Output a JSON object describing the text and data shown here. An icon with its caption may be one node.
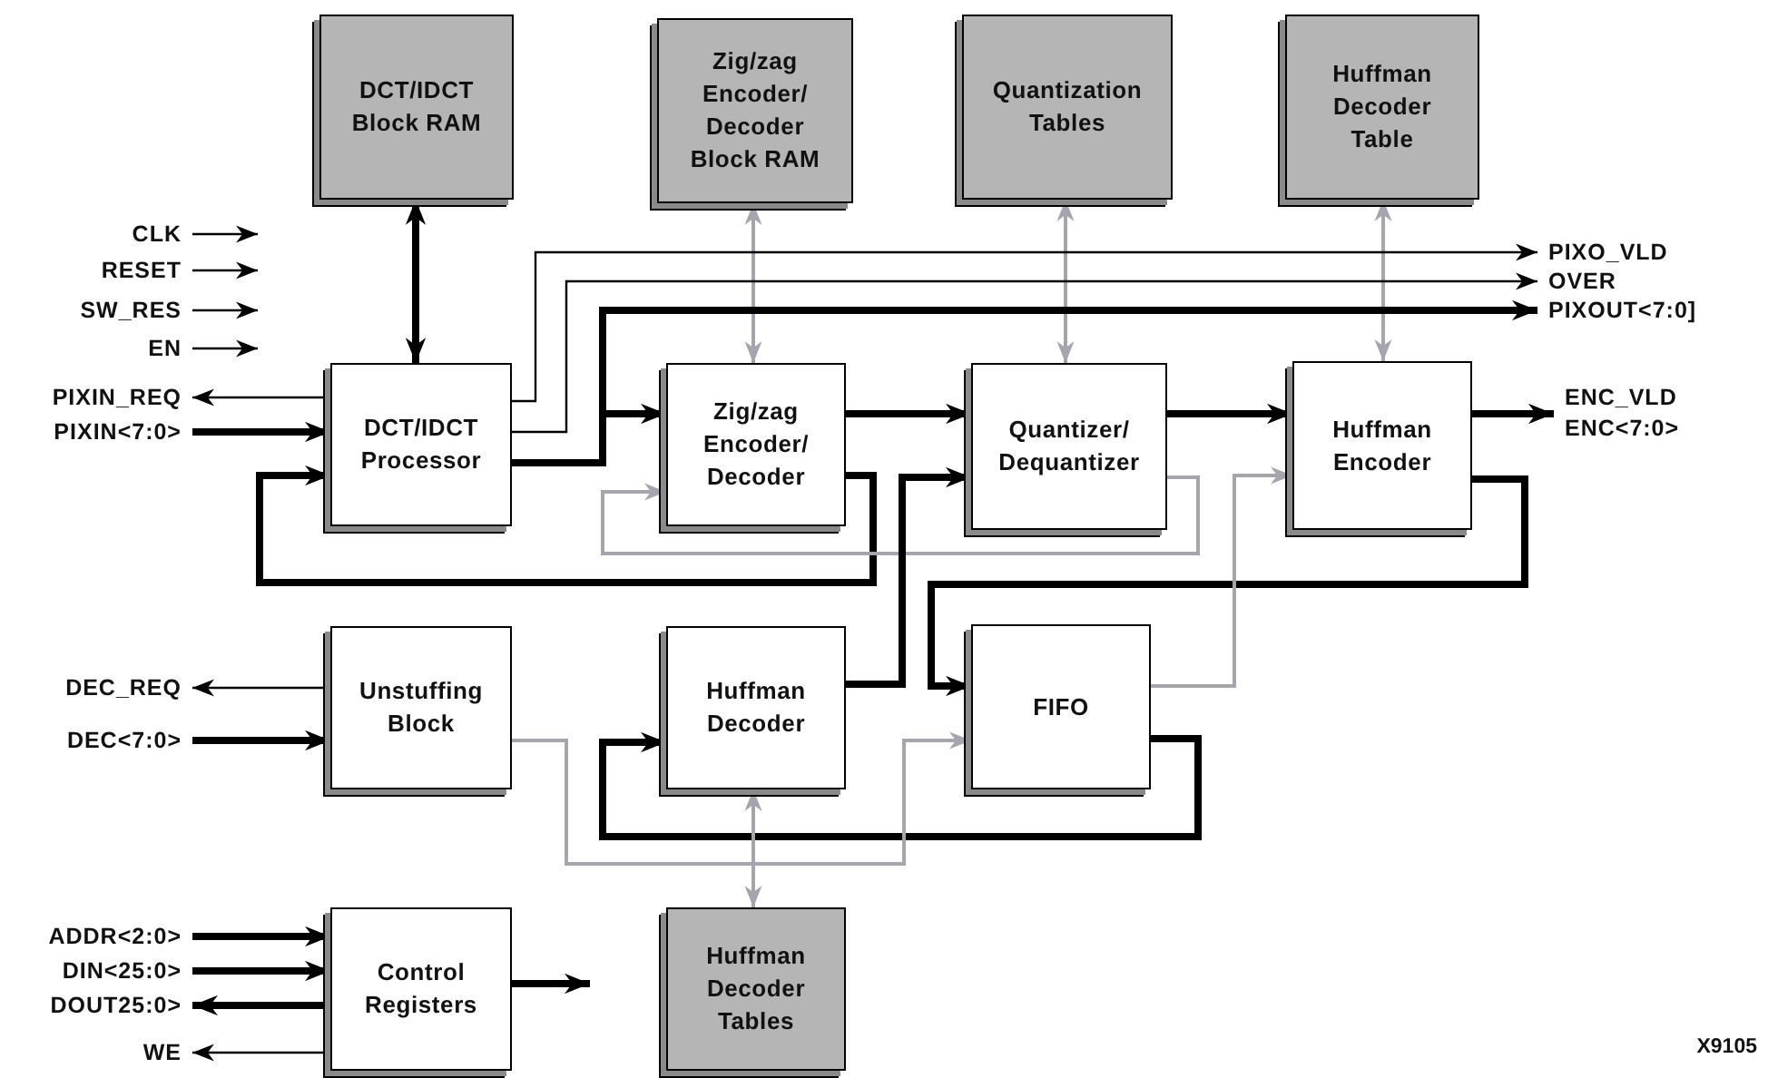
{
  "diagram": {
    "nodes": [
      {
        "text": [
          "DCT/IDCT Block RAM"
        ]
      },
      {
        "text": [
          "Zig/zag Encoder/ Decoder Block RAM"
        ]
      },
      {
        "text": [
          "Quantization Tables"
        ]
      },
      {
        "text": [
          "Huffman Decoder Table"
        ]
      },
      {
        "text": [
          "DCT/IDCT Processor"
        ]
      },
      {
        "text": [
          "Zig/zag Encoder/ Decoder"
        ]
      },
      {
        "text": [
          "Quantizer/ Dequantizer"
        ]
      },
      {
        "text": [
          "Huffman Encoder"
        ]
      },
      {
        "text": [
          "Unstuffing Block"
        ]
      },
      {
        "text": [
          "Huffman Decoder"
        ]
      },
      {
        "text": [
          "FIFO"
        ]
      },
      {
        "text": [
          "Control Registers"
        ]
      },
      {
        "text": [
          "Huffman Decoder Tables"
        ]
      },
      {
        "text": [
          "CLK"
        ]
      },
      {
        "text": [
          "RESET"
        ]
      },
      {
        "text": [
          "SW_RES"
        ]
      },
      {
        "text": [
          "EN"
        ]
      },
      {
        "text": [
          "PIXIN_REQ"
        ]
      },
      {
        "text": [
          "PIXIN<7:0>"
        ]
      },
      {
        "text": [
          "PIXO_VLD"
        ]
      },
      {
        "text": [
          "OVER"
        ]
      },
      {
        "text": [
          "PIXOUT<7:0]"
        ]
      },
      {
        "text": [
          "ENC_VLD",
          "ENC<7:0>"
        ]
      },
      {
        "text": [
          "DEC_REQ"
        ]
      },
      {
        "text": [
          "DEC<7:0>"
        ]
      },
      {
        "text": [
          "ADDR<2:0>"
        ]
      },
      {
        "text": [
          "DIN<25:0>"
        ]
      },
      {
        "text": [
          "DOUT25:0>"
        ]
      },
      {
        "text": [
          "WE"
        ]
      }
    ],
    "edges": [
      {
        "from": 13,
        "to": null,
        "arrow": "to"
      },
      {
        "from": 14,
        "to": null,
        "arrow": "to"
      },
      {
        "from": 15,
        "to": null,
        "arrow": "to"
      },
      {
        "from": 16,
        "to": null,
        "arrow": "to"
      },
      {
        "from": 0,
        "to": 4,
        "arrow": "both",
        "style": "thick"
      },
      {
        "from": 1,
        "to": 5,
        "arrow": "both",
        "color": "#a6a4ad"
      },
      {
        "from": 2,
        "to": 6,
        "arrow": "both",
        "color": "#a6a4ad"
      },
      {
        "from": 3,
        "to": 7,
        "arrow": "both",
        "color": "#a6a4ad"
      },
      {
        "from": 4,
        "to": 17,
        "arrow": "to"
      },
      {
        "from": 18,
        "to": 4,
        "arrow": "to",
        "style": "thick"
      },
      {
        "from": 4,
        "to": 19,
        "arrow": "to"
      },
      {
        "from": 4,
        "to": 20,
        "arrow": "to"
      },
      {
        "from": 4,
        "to": 21,
        "arrow": "to",
        "style": "thick"
      },
      {
        "from": 4,
        "to": 5,
        "arrow": "to",
        "style": "thick"
      },
      {
        "from": 5,
        "to": 4,
        "arrow": "to",
        "style": "thick"
      },
      {
        "from": 5,
        "to": 6,
        "arrow": "to",
        "style": "thick"
      },
      {
        "from": 6,
        "to": 5,
        "arrow": "to",
        "color": "#a6a4ad"
      },
      {
        "from": 6,
        "to": 7,
        "arrow": "to",
        "style": "thick"
      },
      {
        "from": 7,
        "to": 22,
        "arrow": "to",
        "style": "thick"
      },
      {
        "from": 7,
        "to": 10,
        "arrow": "to",
        "style": "thick"
      },
      {
        "from": 10,
        "to": 7,
        "arrow": "to",
        "color": "#a6a4ad"
      },
      {
        "from": 9,
        "to": 6,
        "arrow": "to",
        "style": "thick"
      },
      {
        "from": 10,
        "to": 9,
        "arrow": "to",
        "style": "thick"
      },
      {
        "from": 8,
        "to": 10,
        "arrow": "to",
        "color": "#a6a4ad"
      },
      {
        "from": 9,
        "to": 12,
        "arrow": "both",
        "color": "#a6a4ad"
      },
      {
        "from": 8,
        "to": 23,
        "arrow": "to"
      },
      {
        "from": 24,
        "to": 8,
        "arrow": "to",
        "style": "thick"
      },
      {
        "from": 25,
        "to": 11,
        "arrow": "to",
        "style": "thick"
      },
      {
        "from": 26,
        "to": 11,
        "arrow": "to",
        "style": "thick"
      },
      {
        "from": 11,
        "to": 27,
        "arrow": "to",
        "style": "thick"
      },
      {
        "from": 11,
        "to": 28,
        "arrow": "to"
      },
      {
        "from": 11,
        "to": null,
        "arrow": "to",
        "style": "thick"
      }
    ],
    "labels": [
      "X9105"
    ]
  }
}
